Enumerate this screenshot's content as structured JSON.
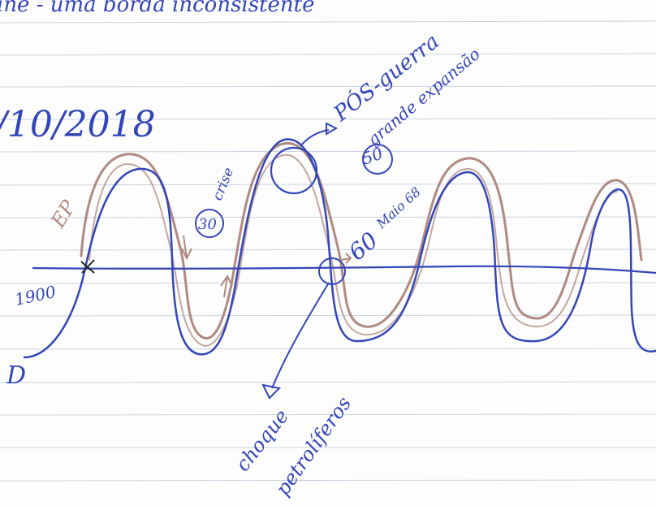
{
  "header_line": "ine - uma borda inconsistente",
  "date": "/10/2018",
  "labels": {
    "pos_guerra": "PÓS-guerra",
    "grande_expansao": "grande expansão",
    "fifty": "50",
    "thirty": "30",
    "crise": "crise",
    "sixty": "60",
    "maio68": "Maio 68",
    "ep": "EP",
    "year_1900": "1900",
    "d_letter": "D",
    "choque": "choque",
    "petroliferos": "petrolíferos"
  },
  "colors": {
    "ink_blue": "#3346b8",
    "ink_brown": "#b08a80",
    "ruled_line": "#c9d3e3",
    "paper": "#fdfdfd"
  }
}
